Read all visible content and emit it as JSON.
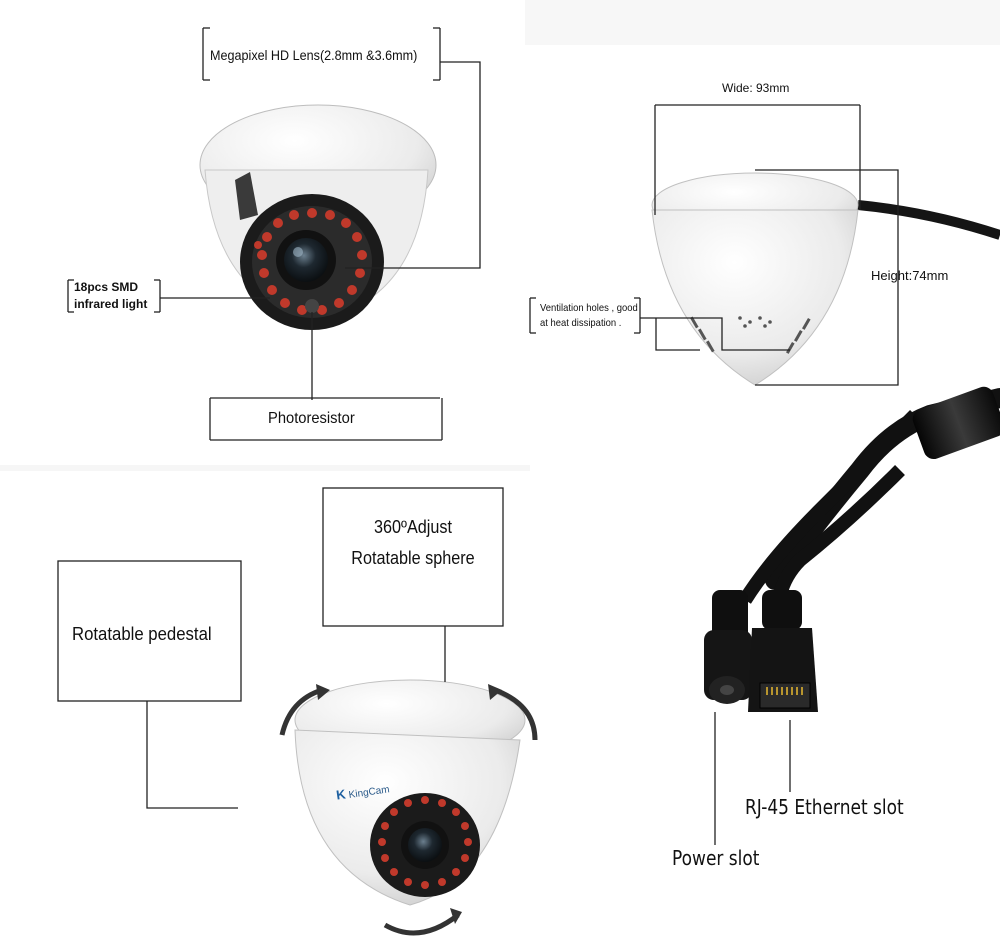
{
  "labels": {
    "lens": "Megapixel HD Lens(2.8mm &3.6mm)",
    "infrared_line1": "18pcs SMD",
    "infrared_line2": "infrared light",
    "photoresistor": "Photoresistor",
    "width": "Wide: 93mm",
    "height": "Height:74mm",
    "ventilation_line1": "Ventilation holes , good",
    "ventilation_line2": "at heat dissipation .",
    "adjust_line1": "360ºAdjust",
    "adjust_line2": "Rotatable sphere",
    "pedestal": "Rotatable pedestal",
    "rj45": "RJ-45 Ethernet slot",
    "power": "Power slot",
    "brand": "KingCam",
    "brand_mark": "K"
  },
  "colors": {
    "camera_white": "#f2f2f2",
    "cable_black": "#1a1a1a",
    "ir_led_red": "#c0392b",
    "line_dark": "#222222"
  }
}
